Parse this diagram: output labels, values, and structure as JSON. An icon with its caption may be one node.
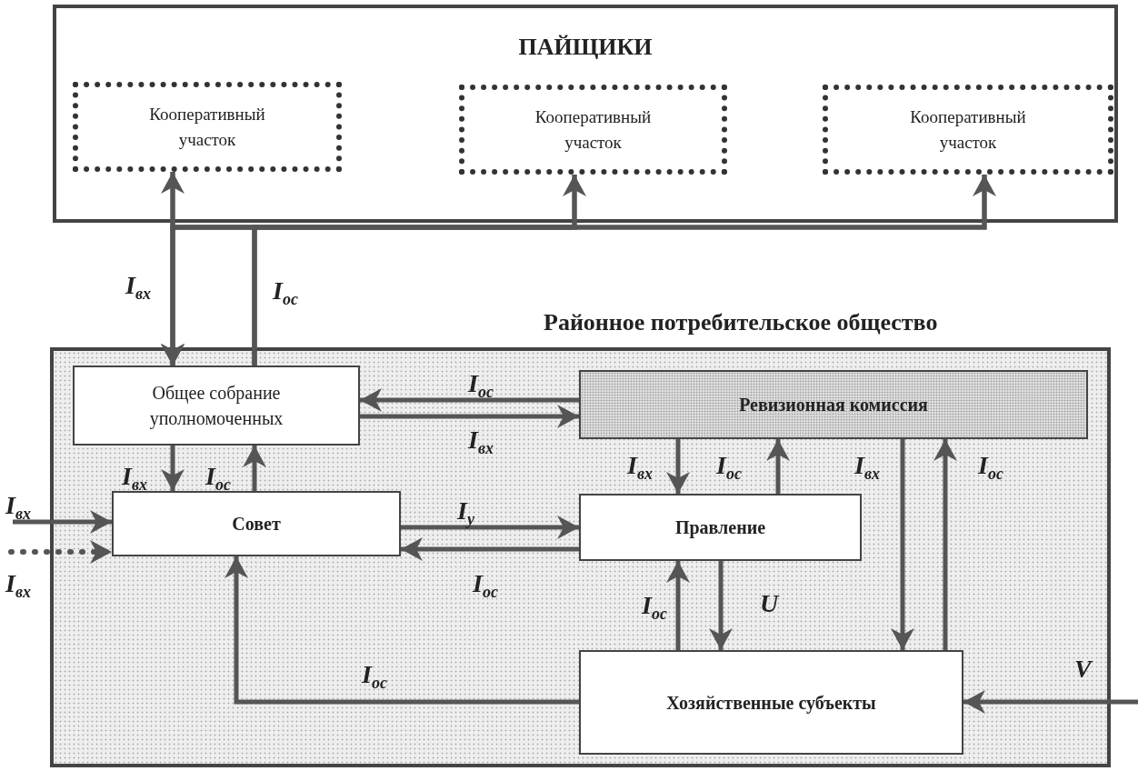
{
  "diagram": {
    "nodes": [
      {
        "text": [
          "ПАЙЩИКИ"
        ]
      },
      {
        "text": [
          "Кооперативный участок"
        ],
        "in": 0
      },
      {
        "text": [
          "Кооперативный участок"
        ],
        "in": 0
      },
      {
        "text": [
          "Кооперативный участок"
        ],
        "in": 0
      },
      {
        "text": [
          "Районное потребительское общество"
        ]
      },
      {
        "text": [
          "Общее собрание уполномоченных"
        ],
        "in": 4
      },
      {
        "text": [
          "Ревизионная комиссия"
        ],
        "in": 4
      },
      {
        "text": [
          "Совет"
        ],
        "in": 4
      },
      {
        "text": [
          "Правление"
        ],
        "in": 4
      },
      {
        "text": [
          "Хозяйственные субъекты"
        ],
        "in": 4
      }
    ],
    "edges": [
      {
        "from": 1,
        "to": 5,
        "arrow": "to",
        "label": "I$_{вх}$"
      },
      {
        "from": 2,
        "to": 5,
        "arrow": "to"
      },
      {
        "from": 3,
        "to": 5,
        "arrow": "to"
      },
      {
        "from": 5,
        "to": 1,
        "arrow": "to",
        "label": "I$_{ос}$"
      },
      {
        "from": 5,
        "to": 2,
        "arrow": "to"
      },
      {
        "from": 5,
        "to": 3,
        "arrow": "to"
      },
      {
        "from": 6,
        "to": 5,
        "arrow": "to",
        "label": "I$_{ос}$"
      },
      {
        "from": 5,
        "to": 6,
        "arrow": "to",
        "label": "I$_{вх}$"
      },
      {
        "from": 5,
        "to": 7,
        "arrow": "to",
        "label": "I$_{вх}$"
      },
      {
        "from": 7,
        "to": 5,
        "arrow": "to",
        "label": "I$_{ос}$"
      },
      {
        "from": null,
        "to": 7,
        "arrow": "to",
        "label": "I$_{вх}$"
      },
      {
        "from": null,
        "to": 7,
        "arrow": "to",
        "label": "I$_{вх}$",
        "style": "dashed"
      },
      {
        "from": 7,
        "to": 8,
        "arrow": "to",
        "label": "I$_{у}$"
      },
      {
        "from": 8,
        "to": 7,
        "arrow": "to",
        "label": "I$_{ос}$"
      },
      {
        "from": 6,
        "to": 8,
        "arrow": "to",
        "label": "I$_{вх}$"
      },
      {
        "from": 8,
        "to": 6,
        "arrow": "to",
        "label": "I$_{ос}$"
      },
      {
        "from": 8,
        "to": 9,
        "arrow": "to",
        "label": "U"
      },
      {
        "from": 9,
        "to": 8,
        "arrow": "to",
        "label": "I$_{ос}$"
      },
      {
        "from": 6,
        "to": 9,
        "arrow": "to",
        "label": "I$_{вх}$"
      },
      {
        "from": 9,
        "to": 6,
        "arrow": "to",
        "label": "I$_{ос}$"
      },
      {
        "from": 9,
        "to": 7,
        "arrow": "to",
        "label": "I$_{ос}$"
      },
      {
        "from": null,
        "to": 9,
        "arrow": "to",
        "label": "V"
      }
    ]
  }
}
